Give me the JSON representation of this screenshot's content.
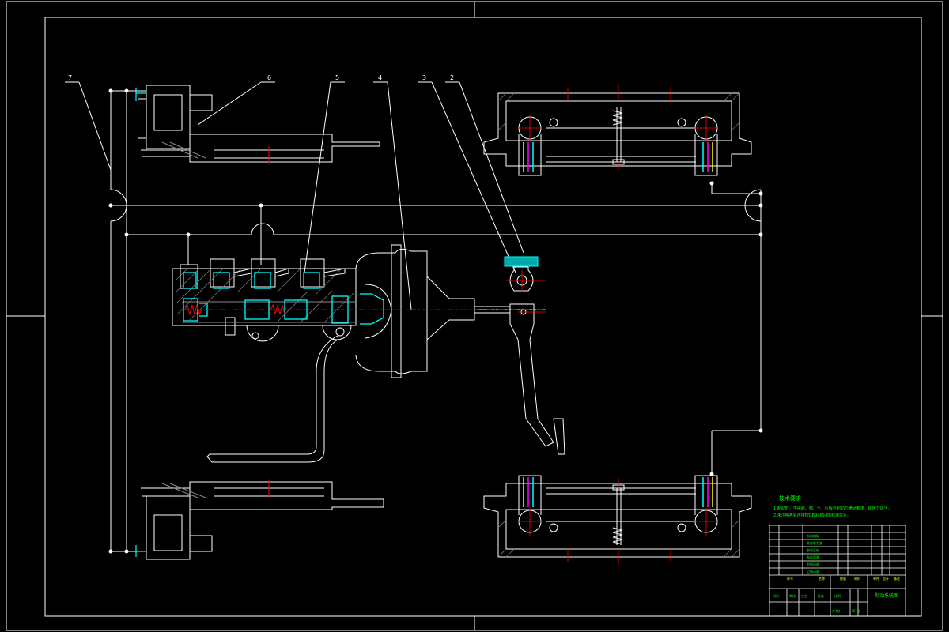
{
  "drawing": {
    "colors": {
      "background": "#000000",
      "line": "#ffffff",
      "section": "#00ffff",
      "note": "#00ff00",
      "center": "#ff0000",
      "accent": "#ff00ff",
      "yellow": "#ffff00"
    },
    "callouts": [
      "7",
      "6",
      "5",
      "4",
      "3",
      "2"
    ],
    "notes": {
      "title": "技术要求",
      "line1": "1.制动时，不得跑、偏、卡，行程与制动力满足要求，踏板力适当。",
      "line2": "2.未注明各处连接按GB9969-88标准执行。"
    },
    "title_block": {
      "title": "制动系统图",
      "rows": [
        "制动踏板",
        "真空助力器",
        "制动主缸",
        "制动管路",
        "前制动器",
        "后制动器"
      ],
      "header": [
        "序号",
        "名称",
        "数量",
        "材料",
        "单件",
        "总计",
        "备注"
      ],
      "bottom": [
        "设计",
        "审核",
        "工艺",
        "批准",
        "比例",
        "共1张",
        "第1张"
      ]
    }
  }
}
